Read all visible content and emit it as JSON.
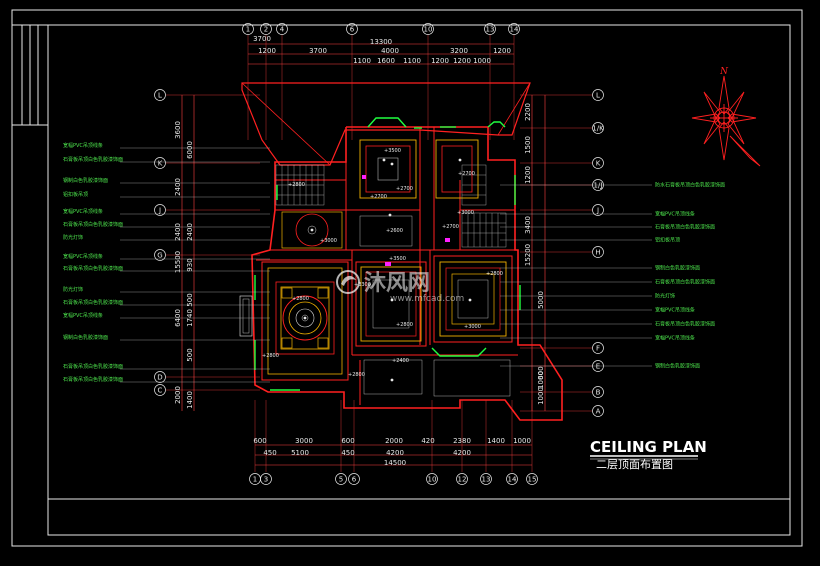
{
  "title": {
    "en": "CEILING PLAN",
    "cn": "二层顶面布置图"
  },
  "watermark": {
    "brand": "沐风网",
    "url": "www.mfcad.com"
  },
  "north_arrow": {
    "label": "N"
  },
  "grid": {
    "top_axes": [
      "1",
      "2",
      "4",
      "6",
      "10",
      "13",
      "14"
    ],
    "bottom_axes": [
      "1",
      "3",
      "5",
      "6",
      "10",
      "12",
      "13",
      "14",
      "15"
    ],
    "left_axes": [
      "L",
      "K",
      "J",
      "G",
      "D",
      "C"
    ],
    "right_axes": [
      "L",
      "1/K",
      "K",
      "1/J",
      "J",
      "H",
      "F",
      "E",
      "B",
      "A"
    ]
  },
  "dimensions": {
    "top_total": "13300",
    "top_row1": [
      "1200",
      "3700",
      "4000",
      "3200",
      "1200"
    ],
    "top_row2": [
      "1100",
      "1600",
      "1100",
      "1200",
      "1200",
      "1000"
    ],
    "top_first": "3700",
    "bottom_total": "14500",
    "bottom_row1": [
      "600",
      "3000",
      "600",
      "2000",
      "420",
      "2380",
      "1400",
      "1000"
    ],
    "bottom_row2": [
      "450",
      "5100",
      "450",
      "4200",
      "4200"
    ],
    "left_col1": [
      "3600",
      "2400",
      "2400",
      "15500",
      "6400",
      "2000"
    ],
    "left_col2": [
      "6000",
      "2400",
      "930",
      "500",
      "1740",
      "500",
      "1400"
    ],
    "right_col1": [
      "2200",
      "1500",
      "1200",
      "3400",
      "15200"
    ],
    "right_col2": [
      "5000",
      "1000",
      "1000",
      "600"
    ]
  },
  "elevations": [
    "+3500",
    "+2700",
    "+2700",
    "+2800",
    "+2700",
    "+3000",
    "+2600",
    "+2700",
    "+3000",
    "+3500",
    "+2800",
    "+3300",
    "+2800",
    "+3000",
    "+2800",
    "+2800",
    "+2400",
    "+2800"
  ],
  "left_notes": [
    "宽幅PVC吊顶线条",
    "石膏板吊顶白色乳胶漆饰面",
    "钢制白色乳胶漆饰面",
    "铝扣板吊顶",
    "宽幅PVC吊顶线条",
    "石膏板吊顶白色乳胶漆饰面",
    "防光灯饰",
    "宽幅PVC吊顶线条",
    "石膏板吊顶白色乳胶漆饰面",
    "防光灯饰",
    "石膏板吊顶白色乳胶漆饰面",
    "宽幅PVC吊顶线条",
    "钢制白色乳胶漆饰面",
    "石膏板吊顶白色乳胶漆饰面",
    "石膏板吊顶白色乳胶漆饰面"
  ],
  "right_notes": [
    "防水石膏板吊顶白色乳胶漆饰面",
    "宽幅PVC吊顶线条",
    "石膏板吊顶白色乳胶漆饰面",
    "铝扣板吊顶",
    "钢制白色乳胶漆饰面",
    "石膏板吊顶白色乳胶漆饰面",
    "防光灯饰",
    "宽幅PVC吊顶线条",
    "石膏板吊顶白色乳胶漆饰面",
    "宽幅PVC吊顶线条",
    "钢制白色乳胶漆饰面"
  ],
  "colors": {
    "background": "#000000",
    "frame": "#e8e8e8",
    "walls": "#ff2020",
    "gold": "#f0b000",
    "grid_axis": "#ff4040",
    "annotation": "#4de64d",
    "window": "#20ff40",
    "magenta": "#ff20ff"
  }
}
